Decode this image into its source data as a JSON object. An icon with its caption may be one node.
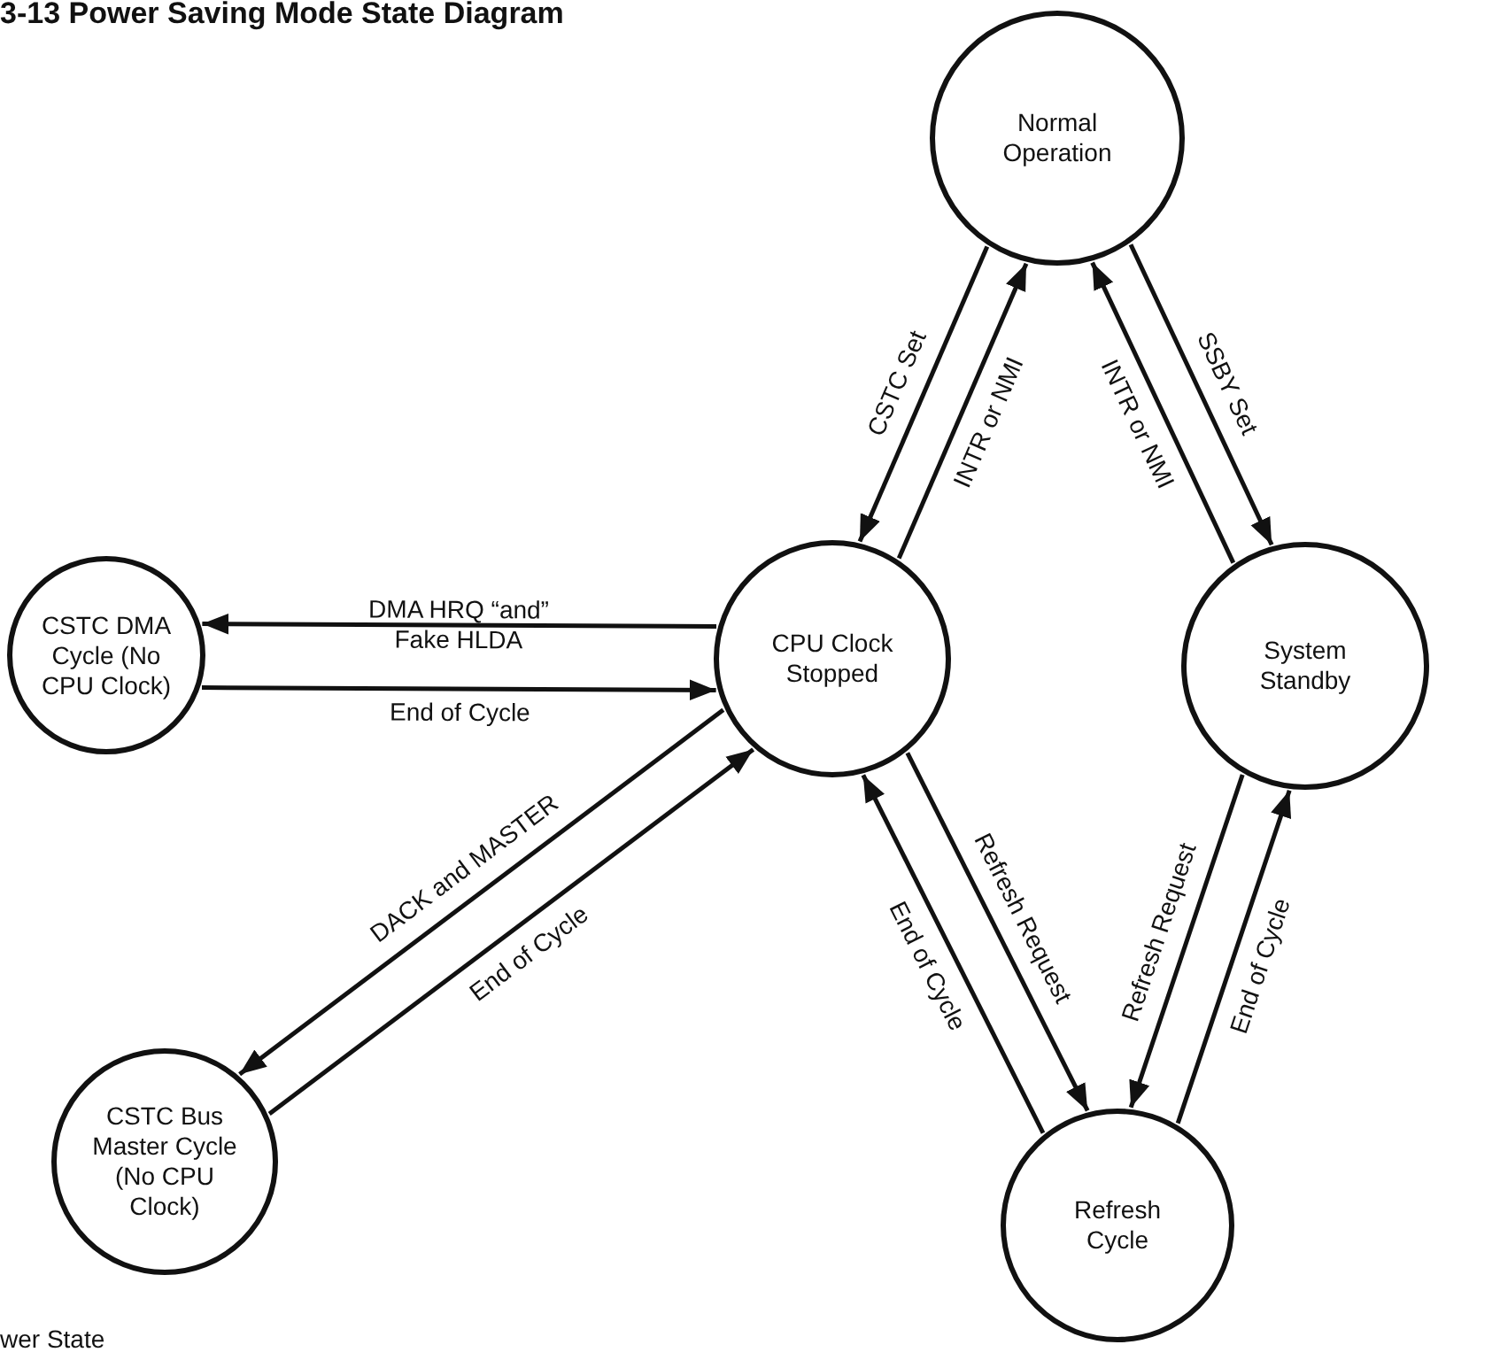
{
  "diagram": {
    "title": "3-13 Power Saving Mode State Diagram",
    "nodes": [
      {
        "text": [
          "Normal Operation"
        ]
      },
      {
        "text": [
          "CSTC DMA Cycle (No CPU Clock)"
        ]
      },
      {
        "text": [
          "CPU Clock Stopped"
        ]
      },
      {
        "text": [
          "System Standby"
        ]
      },
      {
        "text": [
          "CSTC Bus Master Cycle (No CPU Clock)"
        ]
      },
      {
        "text": [
          "Refresh Cycle"
        ]
      }
    ],
    "edges": [
      {
        "from": 2,
        "to": 0,
        "arrow": "to",
        "label": "INTR or NMI"
      },
      {
        "from": 0,
        "to": 2,
        "arrow": "to",
        "label": "CSTC Set"
      },
      {
        "from": 0,
        "to": 3,
        "arrow": "to",
        "label": "SSBY Set"
      },
      {
        "from": 3,
        "to": 0,
        "arrow": "to",
        "label": "INTR or NMI"
      },
      {
        "from": 2,
        "to": 1,
        "arrow": "to",
        "label": "DMA HRQ “and” Fake HLDA"
      },
      {
        "from": 1,
        "to": 2,
        "arrow": "to",
        "label": "End of Cycle"
      },
      {
        "from": 2,
        "to": 4,
        "arrow": "to",
        "label": "DACK and MASTER"
      },
      {
        "from": 4,
        "to": 2,
        "arrow": "to",
        "label": "End of Cycle"
      },
      {
        "from": 2,
        "to": 5,
        "arrow": "to",
        "label": "Refresh Request"
      },
      {
        "from": 5,
        "to": 2,
        "arrow": "to",
        "label": "End of Cycle"
      },
      {
        "from": 3,
        "to": 5,
        "arrow": "to",
        "label": "Refresh Request"
      },
      {
        "from": 5,
        "to": 3,
        "arrow": "to",
        "label": "End of Cycle"
      }
    ],
    "labels": [
      "wer State"
    ]
  }
}
